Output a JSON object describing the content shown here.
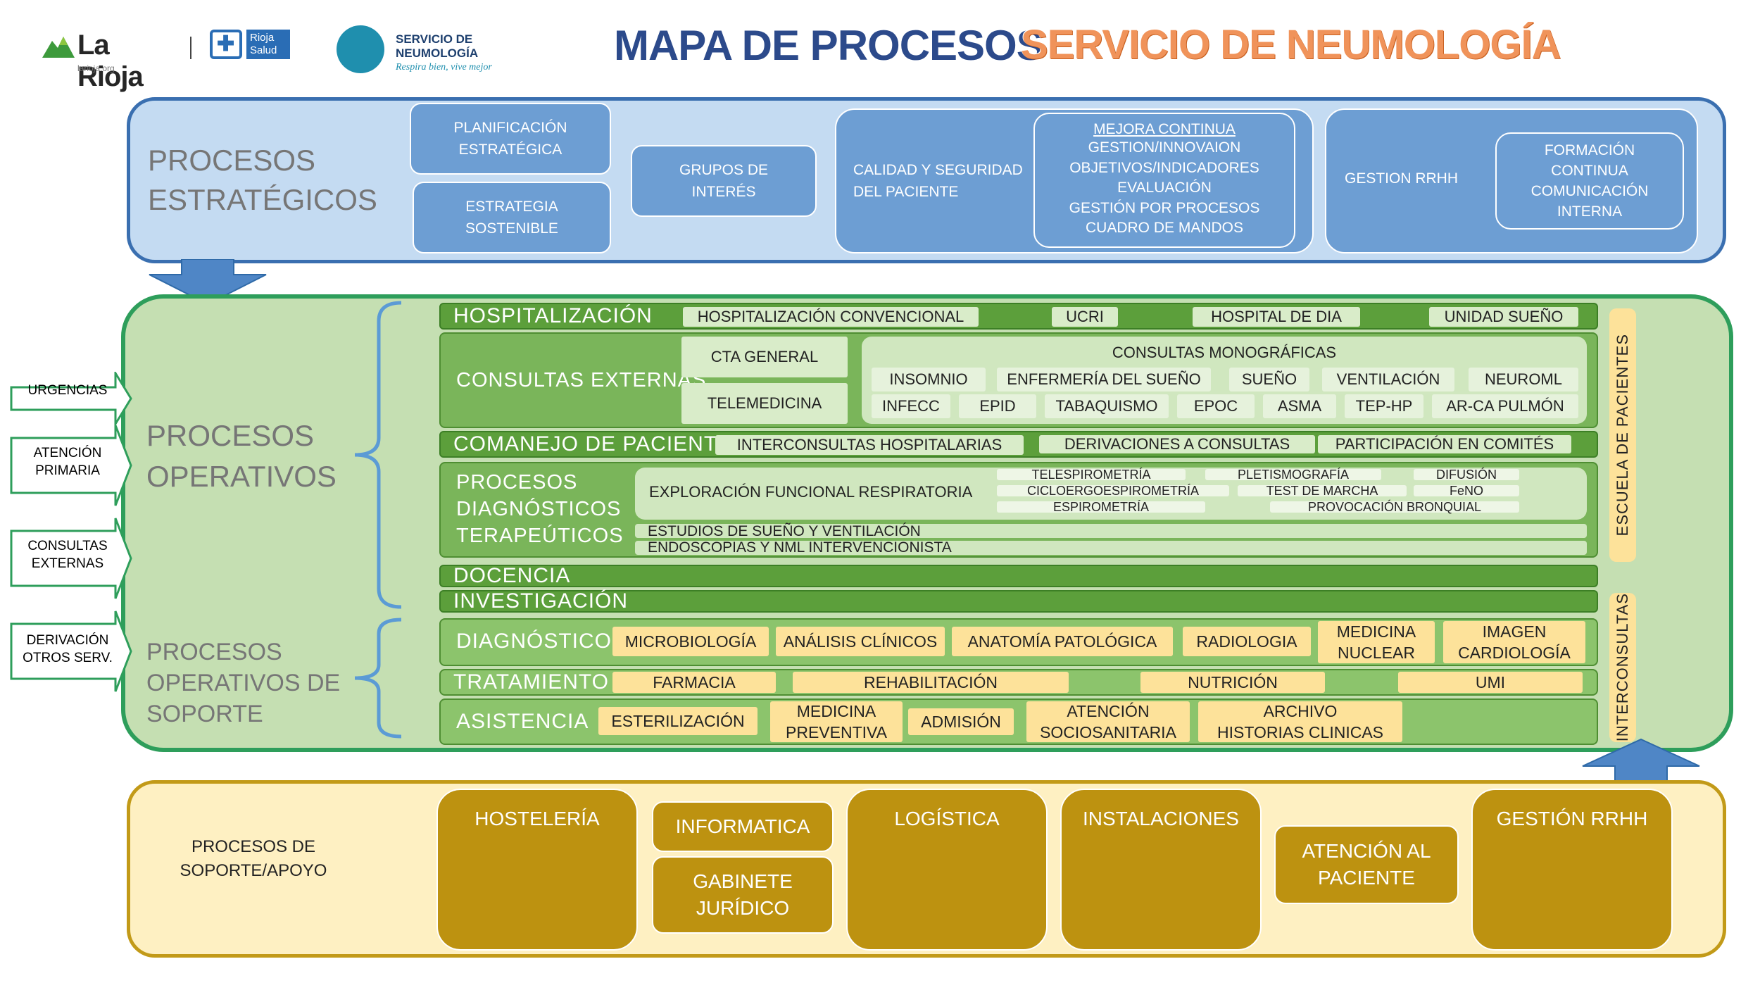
{
  "header": {
    "logo1_name": "La Rioja",
    "logo1_url": "larioja.org",
    "logo2_text": "Rioja\nSalud",
    "logo3_line1": "SERVICIO DE\nNEUMOLOGÍA",
    "logo3_tagline": "Respira bien, vive mejor",
    "title_part1": "MAPA DE PROCESOS",
    "title_part2": "SERVICIO DE NEUMOLOGÍA"
  },
  "strategic": {
    "label": "PROCESOS\nESTRATÉGICOS",
    "planificacion": "PLANIFICACIÓN\nESTRATÉGICA",
    "estrategia": "ESTRATEGIA\nSOSTENIBLE",
    "grupos": "GRUPOS DE\nINTERÉS",
    "calidad": "CALIDAD Y SEGURIDAD\nDEL PACIENTE",
    "mejora_title": "MEJORA CONTINUA",
    "mejora_items": "GESTION/INNOVAION\nOBJETIVOS/INDICADORES\nEVALUACIÓN\nGESTIÓN POR PROCESOS\nCUADRO DE MANDOS",
    "gestion_rrhh": "GESTION RRHH",
    "formacion": "FORMACIÓN\nCONTINUA\nCOMUNICACIÓN\nINTERNA"
  },
  "inputs": [
    "URGENCIAS",
    "ATENCIÓN\nPRIMARIA",
    "CONSULTAS\nEXTERNAS",
    "DERIVACIÓN\nOTROS SERV."
  ],
  "operative": {
    "label": "PROCESOS\nOPERATIVOS",
    "support_label": "PROCESOS\nOPERATIVOS DE\nSOPORTE",
    "hospitalizacion": {
      "label": "HOSPITALIZACIÓN",
      "items": [
        "HOSPITALIZACIÓN CONVENCIONAL",
        "UCRI",
        "HOSPITAL DE DIA",
        "UNIDAD SUEÑO"
      ]
    },
    "consultas": {
      "label": "CONSULTAS EXTERNAS",
      "cta_general": "CTA GENERAL",
      "telemedicina": "TELEMEDICINA",
      "monograficas_title": "CONSULTAS MONOGRÁFICAS",
      "row1": [
        "INSOMNIO",
        "ENFERMERÍA DEL SUEÑO",
        "SUEÑO",
        "VENTILACIÓN",
        "NEUROML"
      ],
      "row2": [
        "INFECC",
        "EPID",
        "TABAQUISMO",
        "EPOC",
        "ASMA",
        "TEP-HP",
        "AR-CA PULMÓN"
      ]
    },
    "comanejo": {
      "label": "COMANEJO DE PACIENTES",
      "items": [
        "INTERCONSULTAS HOSPITALARIAS",
        "DERIVACIONES A CONSULTAS",
        "PARTICIPACIÓN EN COMITÉS"
      ]
    },
    "diagnosticos": {
      "label": "PROCESOS\nDIAGNÓSTICOS\nTERAPEÚTICOS",
      "exploracion": "EXPLORACIÓN FUNCIONAL RESPIRATORIA",
      "sub": [
        "TELESPIROMETRÍA",
        "PLETISMOGRAFÍA",
        "DIFUSIÓN",
        "CICLOERGOESPIROMETRÍA",
        "TEST DE MARCHA",
        "FeNO",
        "ESPIROMETRÍA",
        "PROVOCACIÓN BRONQUIAL"
      ],
      "estudios": "ESTUDIOS DE SUEÑO Y VENTILACIÓN",
      "endoscopias": "ENDOSCOPIAS Y NML INTERVENCIONISTA"
    },
    "docencia": "DOCENCIA",
    "investigacion": "INVESTIGACIÓN",
    "escuela": "ESCUELA DE PACIENTES",
    "interconsultas": "INTERCONSULTAS",
    "diagnostico": {
      "label": "DIAGNÓSTICO",
      "items": [
        "MICROBIOLOGÍA",
        "ANÁLISIS CLÍNICOS",
        "ANATOMÍA PATOLÓGICA",
        "RADIOLOGIA",
        "MEDICINA\nNUCLEAR",
        "IMAGEN\nCARDIOLOGÍA"
      ]
    },
    "tratamiento": {
      "label": "TRATAMIENTO",
      "items": [
        "FARMACIA",
        "REHABILITACIÓN",
        "NUTRICIÓN",
        "UMI"
      ]
    },
    "asistencia": {
      "label": "ASISTENCIA",
      "items": [
        "ESTERILIZACIÓN",
        "MEDICINA\nPREVENTIVA",
        "ADMISIÓN",
        "ATENCIÓN\nSOCIOSANITARIA",
        "ARCHIVO\nHISTORIAS CLINICAS"
      ]
    }
  },
  "support": {
    "label": "PROCESOS DE\nSOPORTE/APOYO",
    "hosteleria": "HOSTELERÍA",
    "informatica": "INFORMATICA",
    "gabinete": "GABINETE\nJURÍDICO",
    "logistica": "LOGÍSTICA",
    "instalaciones": "INSTALACIONES",
    "atencion": "ATENCIÓN AL\nPACIENTE",
    "gestion_rrhh": "GESTIÓN RRHH"
  },
  "colors": {
    "strategic_fill": "#c4dbf2",
    "strategic_border": "#3a6fb0",
    "operative_fill": "#c5dfb2",
    "operative_border": "#2e9e5b",
    "support_fill": "#fef0c2",
    "support_border": "#c29a18",
    "title_blue": "#2c4a8b",
    "title_orange": "#f0935a"
  }
}
